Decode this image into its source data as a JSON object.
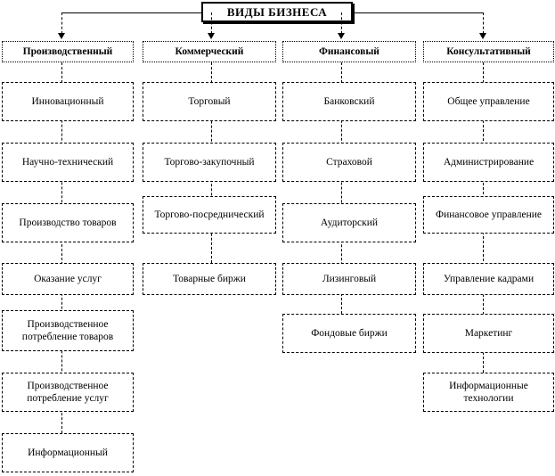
{
  "title": "ВИДЫ БИЗНЕСА",
  "columns": [
    {
      "label": "Производственный",
      "items": [
        "Инновационный",
        "Научно-технический",
        "Производство товаров",
        "Оказание услуг",
        "Производственное потребление товаров",
        "Производственное потребление услуг",
        "Информационный"
      ]
    },
    {
      "label": "Коммерческий",
      "items": [
        "Торговый",
        "Торгово-закупочный",
        "Торгово-посреднический",
        "Товарные биржи"
      ]
    },
    {
      "label": "Финансовый",
      "items": [
        "Банковский",
        "Страховой",
        "Аудиторский",
        "Лизинговый",
        "Фондовые биржи"
      ]
    },
    {
      "label": "Консультативный",
      "items": [
        "Общее управление",
        "Администрирование",
        "Финансовое управление",
        "Управление кадрами",
        "Маркетинг",
        "Информационные технологии"
      ]
    }
  ]
}
